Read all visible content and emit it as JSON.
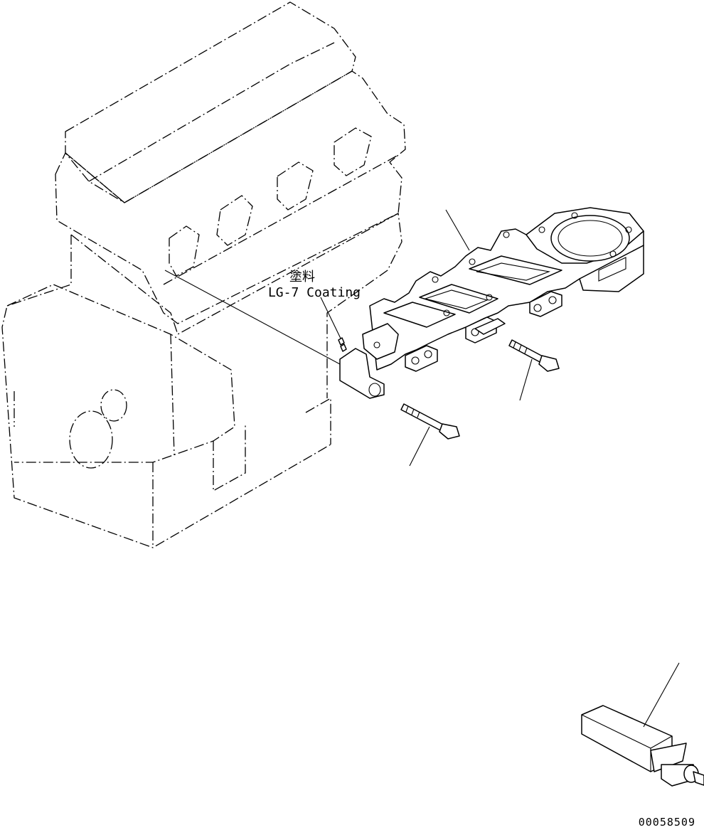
{
  "labels": {
    "coating_jp": "塗料",
    "coating_en": "LG-7 Coating",
    "drawing_number": "00058509"
  }
}
